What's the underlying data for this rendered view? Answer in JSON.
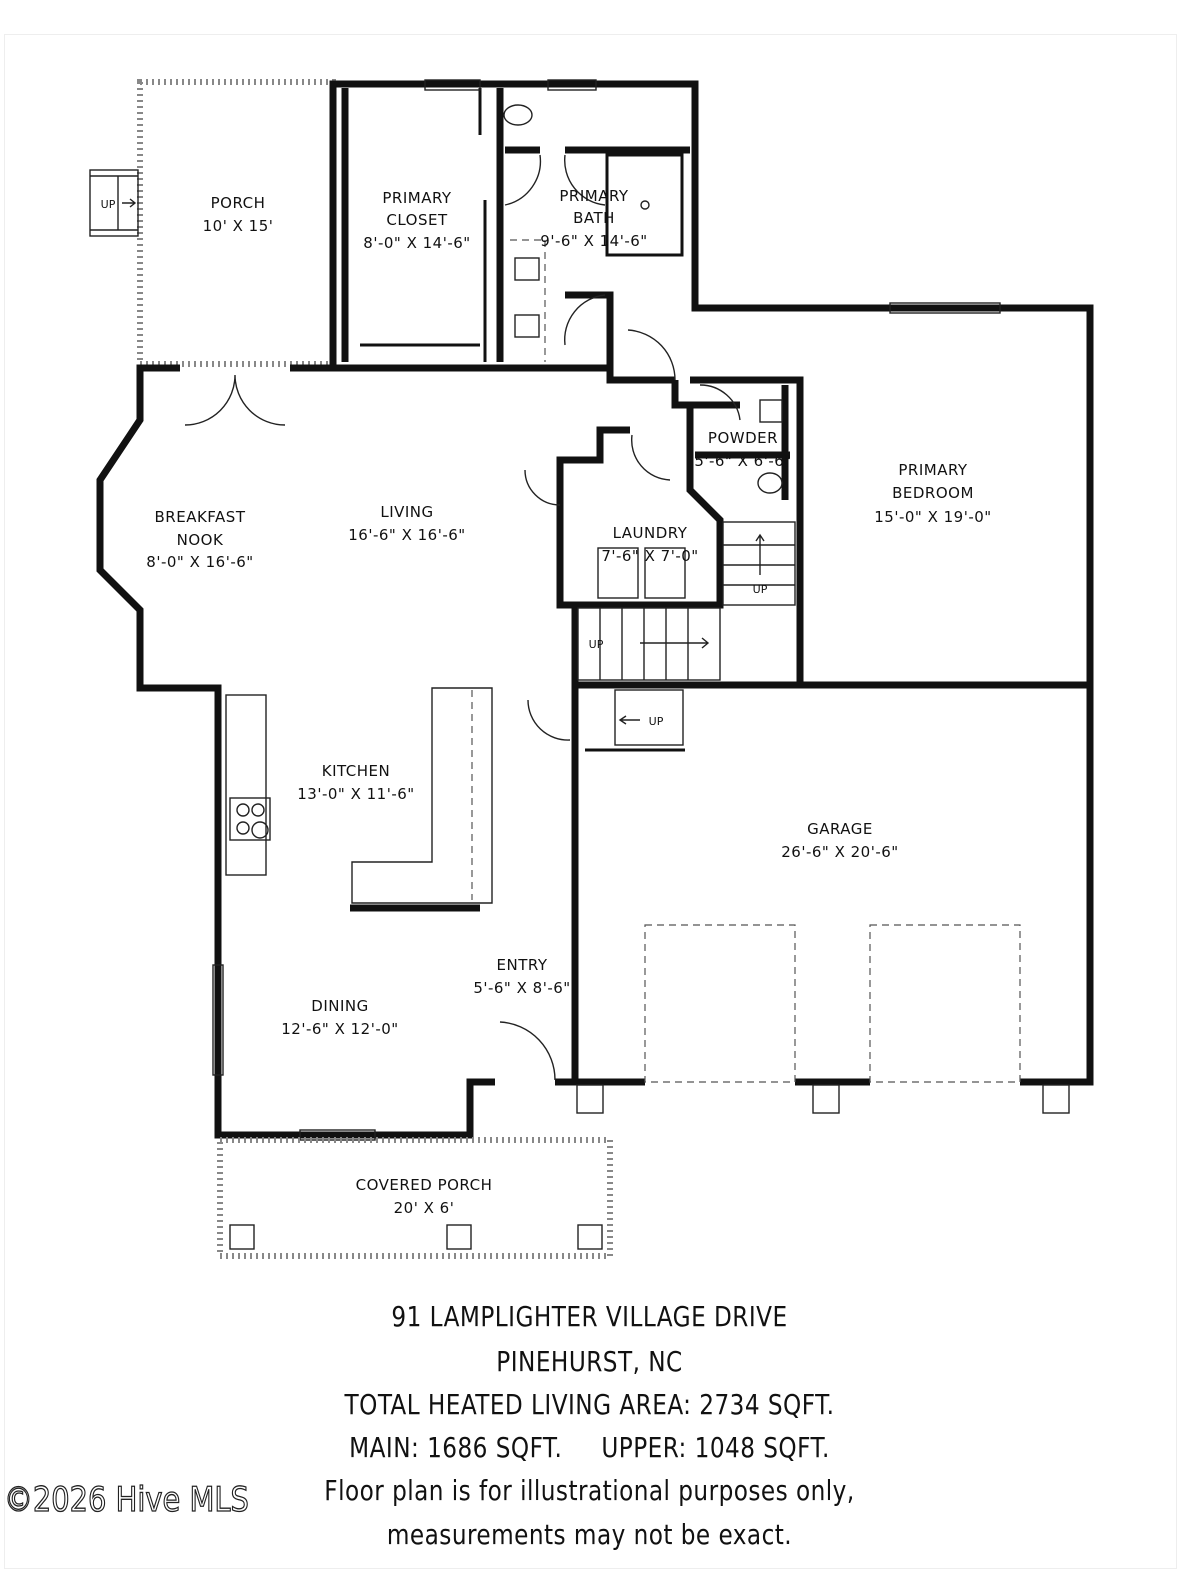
{
  "rooms": {
    "porch": {
      "name": "PORCH",
      "size": "10' X 15'"
    },
    "primary_closet": {
      "name1": "PRIMARY",
      "name2": "CLOSET",
      "size": "8'-0\" X 14'-6\""
    },
    "primary_bath": {
      "name1": "PRIMARY",
      "name2": "BATH",
      "size": "9'-6\" X 14'-6\""
    },
    "breakfast_nook": {
      "name1": "BREAKFAST",
      "name2": "NOOK",
      "size": "8'-0\" X 16'-6\""
    },
    "living": {
      "name": "LIVING",
      "size": "16'-6\" X 16'-6\""
    },
    "powder": {
      "name": "POWDER",
      "size": "5'-6\" X 6'-6\""
    },
    "laundry": {
      "name": "LAUNDRY",
      "size": "7'-6\" X 7'-0\""
    },
    "primary_bedroom": {
      "name1": "PRIMARY",
      "name2": "BEDROOM",
      "size": "15'-0\" X 19'-0\""
    },
    "kitchen": {
      "name": "KITCHEN",
      "size": "13'-0\" X 11'-6\""
    },
    "garage": {
      "name": "GARAGE",
      "size": "26'-6\" X 20'-6\""
    },
    "entry": {
      "name": "ENTRY",
      "size": "5'-6\" X 8'-6\""
    },
    "dining": {
      "name": "DINING",
      "size": "12'-6\" X 12'-0\""
    },
    "covered_porch": {
      "name": "COVERED PORCH",
      "size": "20' X 6'"
    }
  },
  "stair_label": "UP",
  "caption": {
    "address": "91 LAMPLIGHTER VILLAGE DRIVE",
    "city": "PINEHURST, NC",
    "total": "TOTAL HEATED LIVING AREA: 2734 SQFT.",
    "breakdown": "MAIN: 1686 SQFT.     UPPER: 1048 SQFT.",
    "disclaimer1": "Floor plan is for illustrational purposes only,",
    "disclaimer2": "measurements may not be exact."
  },
  "watermark": "©2026 Hive MLS"
}
